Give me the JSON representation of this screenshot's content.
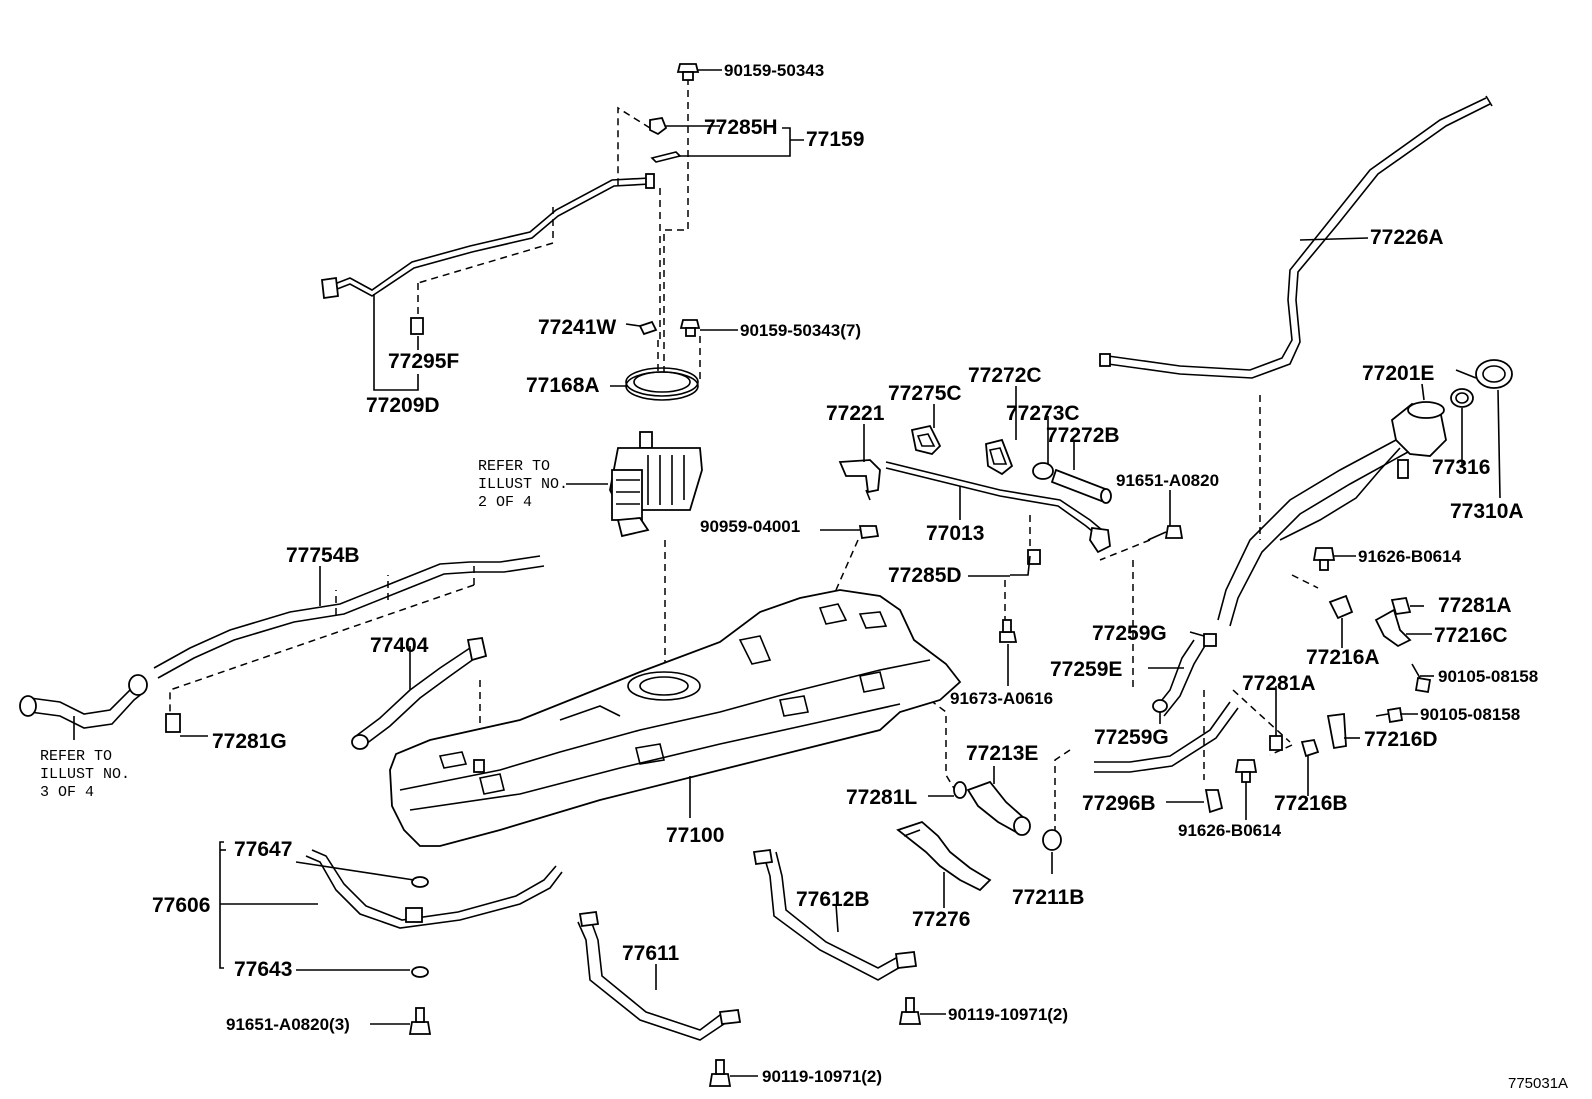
{
  "diagram": {
    "figure_id": "775031A",
    "notes": {
      "refer_2": [
        "REFER TO",
        "ILLUST NO.",
        "2 OF 4"
      ],
      "refer_3": [
        "REFER TO",
        "ILLUST NO.",
        "3 OF 4"
      ]
    },
    "labels": {
      "p90159_50343": "90159-50343",
      "p77285H": "77285H",
      "p77159": "77159",
      "p77241W": "77241W",
      "p90159_50343_7": "90159-50343(7)",
      "p77295F": "77295F",
      "p77209D": "77209D",
      "p77168A": "77168A",
      "p77226A": "77226A",
      "p77201E": "77201E",
      "p77275C": "77275C",
      "p77272C": "77272C",
      "p77221": "77221",
      "p77273C": "77273C",
      "p77272B": "77272B",
      "p91651_A0820": "91651-A0820",
      "p77316": "77316",
      "p77310A": "77310A",
      "p77013": "77013",
      "p90959_04001": "90959-04001",
      "p77754B": "77754B",
      "p91626_B0614": "91626-B0614",
      "p77285D": "77285D",
      "p77281A_1": "77281A",
      "p77216C": "77216C",
      "p77259G_1": "77259G",
      "p77216A": "77216A",
      "p77404": "77404",
      "p90105_08158_1": "90105-08158",
      "p77259E": "77259E",
      "p91673_A0616": "91673-A0616",
      "p77281A_2": "77281A",
      "p90105_08158_2": "90105-08158",
      "p77281G": "77281G",
      "p77259G_2": "77259G",
      "p77216D": "77216D",
      "p77213E": "77213E",
      "p77281L": "77281L",
      "p77296B": "77296B",
      "p77216B": "77216B",
      "p77100": "77100",
      "p91626_B0614_2": "91626-B0614",
      "p77647": "77647",
      "p77606": "77606",
      "p77612B": "77612B",
      "p77276": "77276",
      "p77211B": "77211B",
      "p77611": "77611",
      "p77643": "77643",
      "p90119_10971_a": "90119-10971(2)",
      "p91651_A0820_3": "91651-A0820(3)",
      "p90119_10971_b": "90119-10971(2)"
    }
  }
}
